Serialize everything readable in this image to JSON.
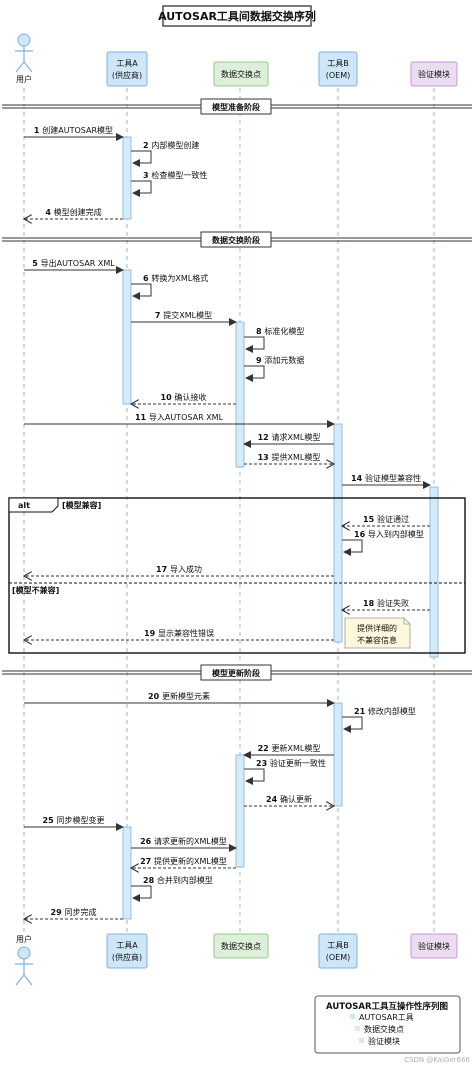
{
  "title": "AUTOSAR工具间数据交换序列",
  "participants": [
    {
      "id": "user",
      "label": "用户",
      "kind": "actor"
    },
    {
      "id": "toolA",
      "label": "工具A\n(供应商)",
      "kind": "box",
      "fill": "#cde7f8",
      "stroke": "#7fb2d9"
    },
    {
      "id": "hub",
      "label": "数据交换点",
      "kind": "box",
      "fill": "#dcefd8",
      "stroke": "#98c98c"
    },
    {
      "id": "toolB",
      "label": "工具B\n(OEM)",
      "kind": "box",
      "fill": "#cde7f8",
      "stroke": "#7fb2d9"
    },
    {
      "id": "verify",
      "label": "验证模块",
      "kind": "box",
      "fill": "#ecdcf1",
      "stroke": "#c59ad2"
    }
  ],
  "dividers": [
    {
      "label": "模型准备阶段",
      "after": 0
    },
    {
      "label": "数据交换阶段",
      "after": 4
    },
    {
      "label": "模型更新阶段",
      "after": 19
    }
  ],
  "messages": [
    {
      "n": 1,
      "from": "user",
      "to": "toolA",
      "text": "创建AUTOSAR模型",
      "type": "sync"
    },
    {
      "n": 2,
      "from": "toolA",
      "to": "toolA",
      "text": "内部模型创建",
      "type": "self"
    },
    {
      "n": 3,
      "from": "toolA",
      "to": "toolA",
      "text": "检查模型一致性",
      "type": "self"
    },
    {
      "n": 4,
      "from": "toolA",
      "to": "user",
      "text": "模型创建完成",
      "type": "reply"
    },
    {
      "n": 5,
      "from": "user",
      "to": "toolA",
      "text": "导出AUTOSAR XML",
      "type": "sync"
    },
    {
      "n": 6,
      "from": "toolA",
      "to": "toolA",
      "text": "转换为XML格式",
      "type": "self"
    },
    {
      "n": 7,
      "from": "toolA",
      "to": "hub",
      "text": "提交XML模型",
      "type": "sync"
    },
    {
      "n": 8,
      "from": "hub",
      "to": "hub",
      "text": "标准化模型",
      "type": "self"
    },
    {
      "n": 9,
      "from": "hub",
      "to": "hub",
      "text": "添加元数据",
      "type": "self"
    },
    {
      "n": 10,
      "from": "hub",
      "to": "toolA",
      "text": "确认接收",
      "type": "reply"
    },
    {
      "n": 11,
      "from": "user",
      "to": "toolB",
      "text": "导入AUTOSAR XML",
      "type": "sync"
    },
    {
      "n": 12,
      "from": "toolB",
      "to": "hub",
      "text": "请求XML模型",
      "type": "sync"
    },
    {
      "n": 13,
      "from": "hub",
      "to": "toolB",
      "text": "提供XML模型",
      "type": "reply"
    },
    {
      "n": 14,
      "from": "toolB",
      "to": "verify",
      "text": "验证模型兼容性",
      "type": "sync"
    },
    {
      "n": 15,
      "from": "verify",
      "to": "toolB",
      "text": "验证通过",
      "type": "reply"
    },
    {
      "n": 16,
      "from": "toolB",
      "to": "toolB",
      "text": "导入到内部模型",
      "type": "self"
    },
    {
      "n": 17,
      "from": "toolB",
      "to": "user",
      "text": "导入成功",
      "type": "reply"
    },
    {
      "n": 18,
      "from": "verify",
      "to": "toolB",
      "text": "验证失败",
      "type": "reply"
    },
    {
      "n": 19,
      "from": "toolB",
      "to": "user",
      "text": "显示兼容性错误",
      "type": "reply"
    },
    {
      "n": 20,
      "from": "user",
      "to": "toolB",
      "text": "更新模型元素",
      "type": "sync"
    },
    {
      "n": 21,
      "from": "toolB",
      "to": "toolB",
      "text": "修改内部模型",
      "type": "self"
    },
    {
      "n": 22,
      "from": "toolB",
      "to": "hub",
      "text": "更新XML模型",
      "type": "sync"
    },
    {
      "n": 23,
      "from": "hub",
      "to": "hub",
      "text": "验证更新一致性",
      "type": "self"
    },
    {
      "n": 24,
      "from": "hub",
      "to": "toolB",
      "text": "确认更新",
      "type": "reply"
    },
    {
      "n": 25,
      "from": "user",
      "to": "toolA",
      "text": "同步模型变更",
      "type": "sync"
    },
    {
      "n": 26,
      "from": "toolA",
      "to": "hub",
      "text": "请求更新的XML模型",
      "type": "sync"
    },
    {
      "n": 27,
      "from": "hub",
      "to": "toolA",
      "text": "提供更新的XML模型",
      "type": "reply"
    },
    {
      "n": 28,
      "from": "toolA",
      "to": "toolA",
      "text": "合并到内部模型",
      "type": "self"
    },
    {
      "n": 29,
      "from": "toolA",
      "to": "user",
      "text": "同步完成",
      "type": "reply"
    }
  ],
  "alt": {
    "keyword": "alt",
    "guard1": "[模型兼容]",
    "guard2": "[模型不兼容]"
  },
  "note": {
    "lines": [
      "提供详细的",
      "不兼容信息"
    ]
  },
  "legend": {
    "title": "AUTOSAR工具互操作性序列图",
    "items": [
      {
        "label": "AUTOSAR工具",
        "color": "#cde7f8"
      },
      {
        "label": "数据交换点",
        "color": "#dcefd8"
      },
      {
        "label": "验证模块",
        "color": "#ecdcf1"
      }
    ]
  },
  "watermark": "CSDN @KaiGer666"
}
